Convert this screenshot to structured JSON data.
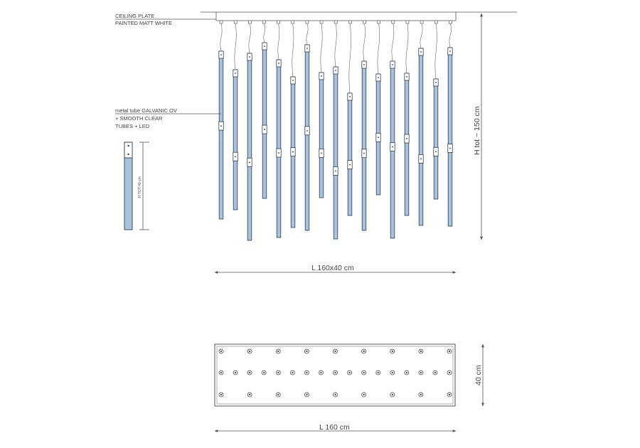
{
  "labels": {
    "ceiling_plate_line1": "CEILING PLATE",
    "ceiling_plate_line2": "PAINTED MATT WHITE",
    "tube_line1": "metal tube GALVANIC OV",
    "tube_line2": "+ SMOOTH CLEAR",
    "tube_line3": "TUBES  + LED",
    "single_tube_height": "H TOT 40 cm",
    "total_height": "H tot ~ 150 cm",
    "front_length": "L 160x40 cm",
    "plan_length": "L 160 cm",
    "plan_depth": "40 cm"
  },
  "colors": {
    "tube_fill": "#a9c3dc",
    "tube_stroke": "#2e3c50",
    "line": "#555555",
    "text": "#444444"
  },
  "plan": {
    "rows": 3,
    "columns": 17
  }
}
